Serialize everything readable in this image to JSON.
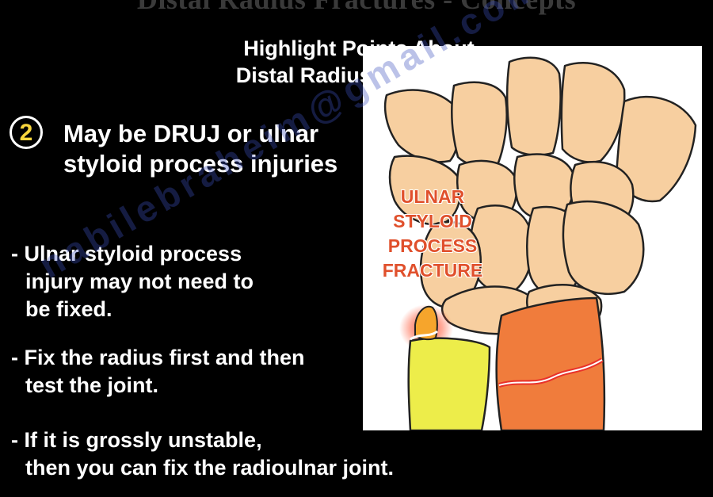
{
  "slide": {
    "title": "Distal Radius Fractures - Concepts",
    "subtitle_line1": "Highlight Points About",
    "subtitle_line2": "Distal Radius Fractures:"
  },
  "point": {
    "number": "2",
    "line1": "May be DRUJ or ulnar",
    "line2": "styloid process injuries"
  },
  "bullets": [
    {
      "lines": [
        "- Ulnar styloid process",
        "injury may not need to",
        "be fixed."
      ]
    },
    {
      "lines": [
        "- Fix the radius first and then",
        "test the joint."
      ]
    },
    {
      "lines": [
        "- If it is grossly unstable,",
        "then you can fix the radioulnar joint."
      ]
    }
  ],
  "figure": {
    "label_lines": [
      "ULNAR",
      "STYLOID",
      "PROCESS",
      "FRACTURE"
    ],
    "colors": {
      "background": "#ffffff",
      "carpal_bones": "#f7cfa0",
      "ulna": "#eded4a",
      "radius": "#f07c3c",
      "fracture_glow": "#e8322a",
      "label": "#e0502c"
    }
  },
  "watermark": "nabilebraheim@gmail.com"
}
